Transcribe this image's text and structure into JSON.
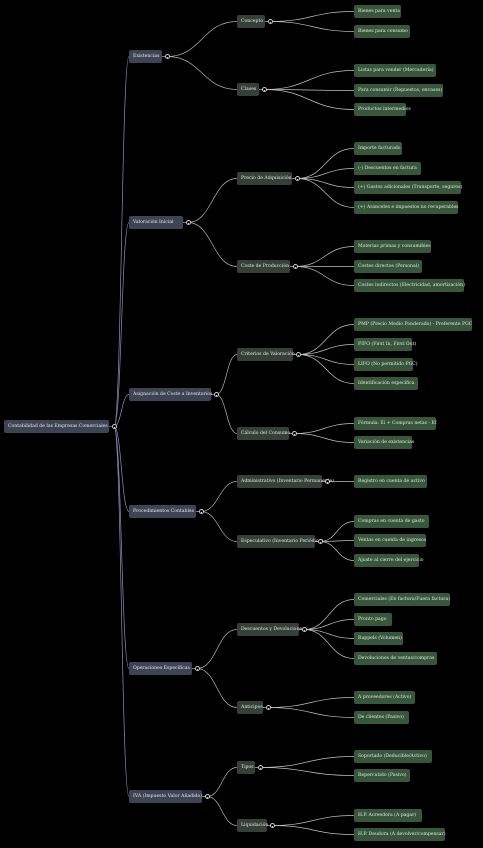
{
  "root": {
    "label": "Contabilidad de las Empresas Comerciales",
    "children": [
      {
        "label": "Existencias",
        "children": [
          {
            "label": "Concepto",
            "children": [
              {
                "label": "Bienes para venta"
              },
              {
                "label": "Bienes para consumo"
              }
            ]
          },
          {
            "label": "Clases",
            "children": [
              {
                "label": "Listas para vender (Mercadería)"
              },
              {
                "label": "Para consumir (Repuestos, envases)"
              },
              {
                "label": "Productos intermedios"
              }
            ]
          }
        ]
      },
      {
        "label": "Valoración Inicial",
        "children": [
          {
            "label": "Precio de Adquisición",
            "children": [
              {
                "label": "Importe facturado"
              },
              {
                "label": "(-) Descuentos en factura"
              },
              {
                "label": "(+) Gastos adicionales (Transporte, seguros)"
              },
              {
                "label": "(+) Aranceles e impuestos no recuperables"
              }
            ]
          },
          {
            "label": "Coste de Producción",
            "children": [
              {
                "label": "Materias primas y consumibles"
              },
              {
                "label": "Costes directos (Personal)"
              },
              {
                "label": "Costes indirectos (Electricidad, amortización)"
              }
            ]
          }
        ]
      },
      {
        "label": "Asignación de Coste a Inventarios",
        "children": [
          {
            "label": "Criterios de Valoración",
            "children": [
              {
                "label": "PMP (Precio Medio Ponderado) - Preferente PGC"
              },
              {
                "label": "FIFO (First In, First Out)"
              },
              {
                "label": "LIFO (No permitido PGC)"
              },
              {
                "label": "Identificación específica"
              }
            ]
          },
          {
            "label": "Cálculo del Consumo",
            "children": [
              {
                "label": "Fórmula: Ei + Compras netas - Ef"
              },
              {
                "label": "Variación de existencias"
              }
            ]
          }
        ]
      },
      {
        "label": "Procedimientos Contables",
        "children": [
          {
            "label": "Administrativo (Inventario Permanente)",
            "children": [
              {
                "label": "Registro en cuenta de activo"
              }
            ]
          },
          {
            "label": "Especulativo (Inventario Periódico)",
            "children": [
              {
                "label": "Compras en cuenta de gasto"
              },
              {
                "label": "Ventas en cuenta de ingresos"
              },
              {
                "label": "Ajuste al cierre del ejercicio"
              }
            ]
          }
        ]
      },
      {
        "label": "Operaciones Específicas",
        "children": [
          {
            "label": "Descuentos y Devoluciones",
            "children": [
              {
                "label": "Comerciales (En factura/Fuera factura)"
              },
              {
                "label": "Pronto pago"
              },
              {
                "label": "Rappels (Volumen)"
              },
              {
                "label": "Devoluciones de ventas/compras"
              }
            ]
          },
          {
            "label": "Anticipos",
            "children": [
              {
                "label": "A proveedores (Activo)"
              },
              {
                "label": "De clientes (Pasivo)"
              }
            ]
          }
        ]
      },
      {
        "label": "IVA (Impuesto Valor Añadido)",
        "children": [
          {
            "label": "Tipos",
            "children": [
              {
                "label": "Soportado (Deducible/Activo)"
              },
              {
                "label": "Repercutido (Pasivo)"
              }
            ]
          },
          {
            "label": "Liquidación",
            "children": [
              {
                "label": "H.P. Acreedora (A pagar)"
              },
              {
                "label": "H.P. Deudora (A devolver/compensar)"
              }
            ]
          }
        ]
      }
    ]
  }
}
